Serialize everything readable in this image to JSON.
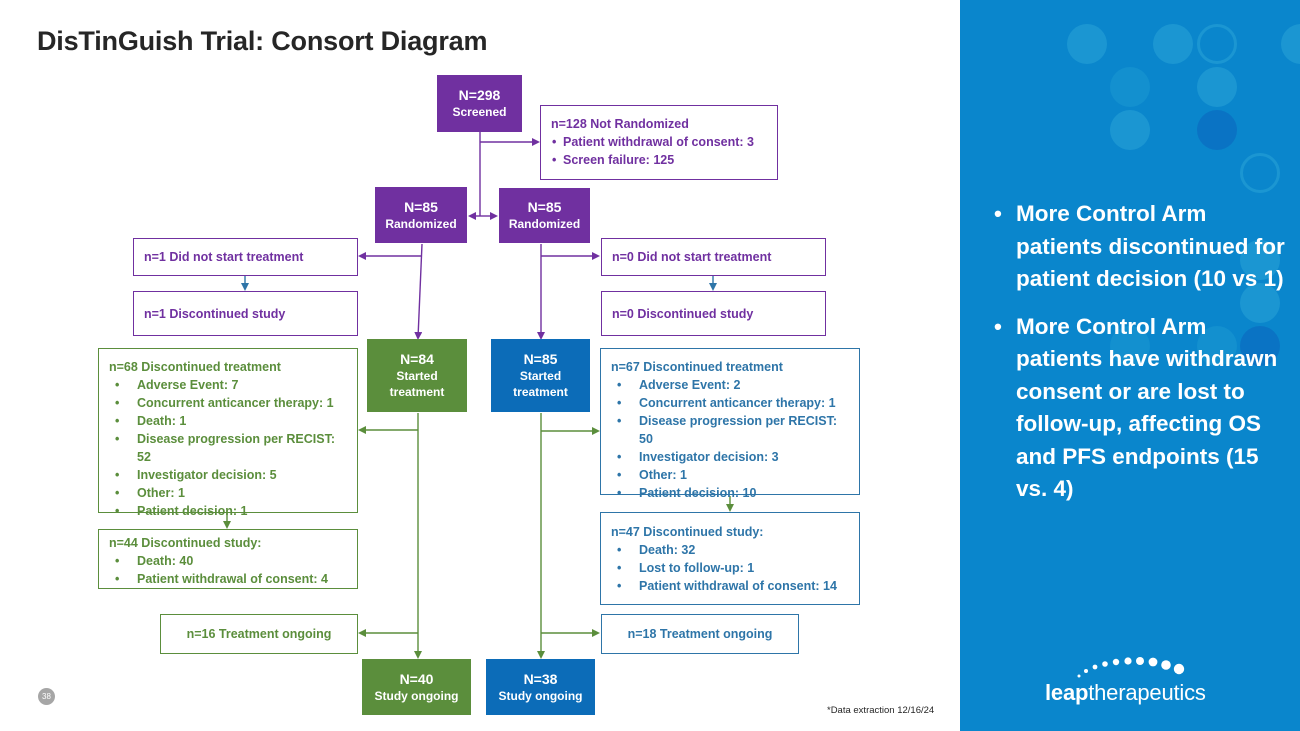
{
  "slide": {
    "title": "DisTinGuish Trial: Consort Diagram",
    "page_number": "38",
    "footnote": "*Data extraction 12/16/24"
  },
  "colors": {
    "purple": "#7030a0",
    "green": "#5b8e3c",
    "blue": "#0c6cb8",
    "panel_blue": "#0a86cc"
  },
  "diagram": {
    "screened": {
      "count": "N=298",
      "label": "Screened"
    },
    "not_randomized": {
      "heading": "n=128 Not Randomized",
      "items": [
        "Patient withdrawal of consent: 3",
        "Screen failure: 125"
      ]
    },
    "left_arm": {
      "randomized": {
        "count": "N=85",
        "label": "Randomized"
      },
      "did_not_start": "n=1 Did not start treatment",
      "discontinued_study_early": "n=1 Discontinued study",
      "started": {
        "count": "N=84",
        "label": "Started treatment"
      },
      "discontinued_treatment": {
        "heading": "n=68 Discontinued treatment",
        "items": [
          "Adverse Event: 7",
          "Concurrent anticancer therapy: 1",
          "Death: 1",
          "Disease progression per RECIST: 52",
          "Investigator decision: 5",
          "Other: 1",
          "Patient decision: 1"
        ]
      },
      "discontinued_study": {
        "heading": "n=44 Discontinued study:",
        "items": [
          "Death: 40",
          "Patient withdrawal of consent: 4"
        ]
      },
      "treatment_ongoing": "n=16 Treatment ongoing",
      "study_ongoing": {
        "count": "N=40",
        "label": "Study ongoing"
      }
    },
    "right_arm": {
      "randomized": {
        "count": "N=85",
        "label": "Randomized"
      },
      "did_not_start": "n=0 Did not start treatment",
      "discontinued_study_early": "n=0 Discontinued study",
      "started": {
        "count": "N=85",
        "label": "Started treatment"
      },
      "discontinued_treatment": {
        "heading": "n=67 Discontinued treatment",
        "items": [
          "Adverse Event: 2",
          "Concurrent anticancer therapy: 1",
          "Disease progression per RECIST: 50",
          "Investigator decision: 3",
          "Other: 1",
          "Patient decision: 10"
        ]
      },
      "discontinued_study": {
        "heading": "n=47 Discontinued study:",
        "items": [
          "Death: 32",
          "Lost to follow-up: 1",
          "Patient withdrawal of consent: 14"
        ]
      },
      "treatment_ongoing": "n=18 Treatment ongoing",
      "study_ongoing": {
        "count": "N=38",
        "label": "Study ongoing"
      }
    }
  },
  "side_panel": {
    "bullets": [
      "More Control Arm patients discontinued for patient decision (10 vs 1)",
      "More Control Arm patients have withdrawn consent or are lost to follow-up, affecting OS and PFS endpoints (15 vs. 4)"
    ],
    "logo": {
      "bold": "leap",
      "light": "therapeutics"
    }
  }
}
